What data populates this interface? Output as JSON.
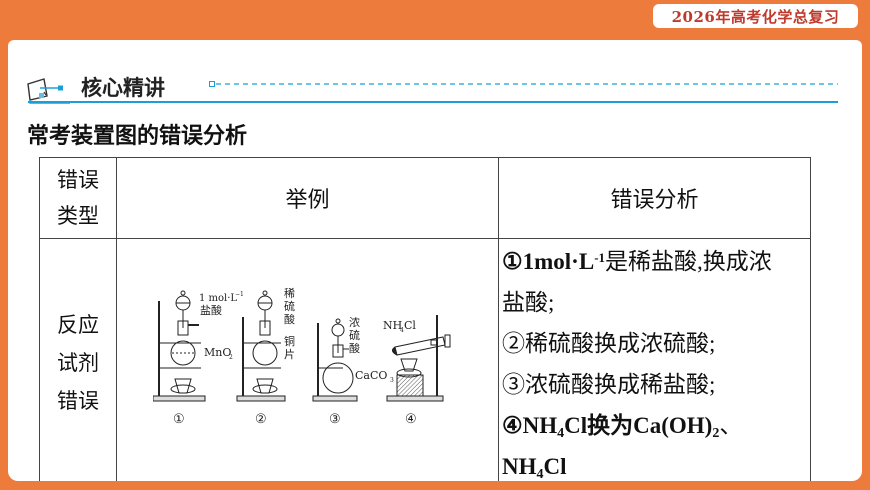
{
  "header": {
    "badge_text": "2026年高考化学总复习"
  },
  "section": {
    "icon": "notebook-pointer-icon",
    "title": "核心精讲"
  },
  "subtitle": "常考装置图的错误分析",
  "table": {
    "columns": [
      {
        "line1": "错误",
        "line2": "类型"
      },
      {
        "label": "举例"
      },
      {
        "label": "错误分析"
      }
    ],
    "rows": [
      {
        "type_lines": [
          "反应",
          "试剂",
          "错误"
        ],
        "example": {
          "apparatus": [
            {
              "number": "①",
              "labels": [
                "1 mol·L⁻¹",
                "盐酸",
                "MnO₂"
              ]
            },
            {
              "number": "②",
              "labels": [
                "稀",
                "硫",
                "酸",
                "铜",
                "片"
              ]
            },
            {
              "number": "③",
              "labels": [
                "浓",
                "硫",
                "酸",
                "CaCO₃"
              ]
            },
            {
              "number": "④",
              "labels": [
                "NH₄Cl"
              ]
            }
          ]
        },
        "analysis": [
          {
            "prefix": "①",
            "part1": "1mol·L",
            "sup": "-1",
            "part2": "是稀盐酸,换成浓",
            "part3": "盐酸;"
          },
          {
            "text": "②稀硫酸换成浓硫酸;"
          },
          {
            "text": "③浓硫酸换成稀盐酸;"
          },
          {
            "prefix": "④",
            "a": "NH",
            "sub1": "4",
            "b": "Cl换为Ca(OH)",
            "sub2": "2",
            "c": "、",
            "d": "NH",
            "sub3": "4",
            "e": "Cl"
          }
        ]
      }
    ]
  },
  "colors": {
    "frame_orange": "#ec7b3c",
    "accent_blue": "#1aa0d8",
    "badge_text": "#c0392b"
  }
}
